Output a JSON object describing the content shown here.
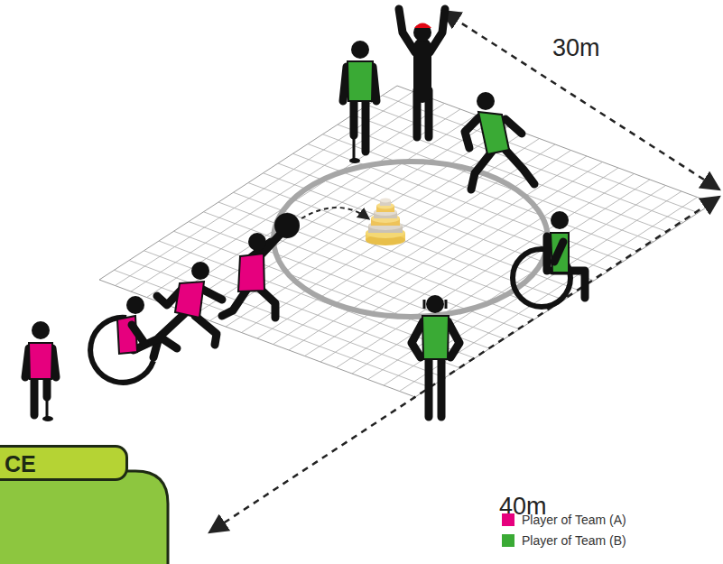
{
  "diagram": {
    "nodes": [
      {
        "text": [
          "CE"
        ]
      }
    ],
    "labels": [
      "30m",
      "40m"
    ],
    "legend": [
      {
        "text": "Player of Team (A)",
        "color": "#e6007e"
      },
      {
        "text": "Player of Team (B)",
        "color": "#3aaa35"
      }
    ]
  }
}
